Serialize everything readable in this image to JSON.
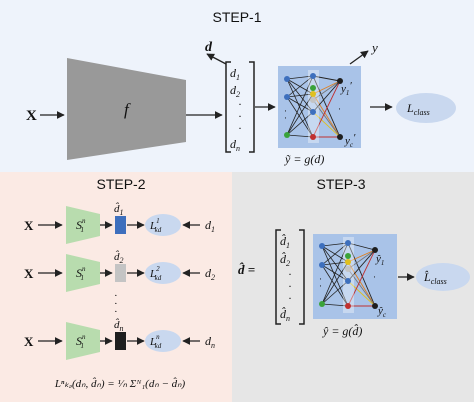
{
  "step1": {
    "title": "STEP-1",
    "input": "X",
    "encoder": "f",
    "feature": "d",
    "vector": [
      "d",
      "1",
      "d",
      "2",
      "·",
      "·",
      "·",
      "d",
      "n"
    ],
    "out_y": "y",
    "y1": "y",
    "y1_sub": "1",
    "y1_prime": "′",
    "yc": "y",
    "yc_sub": "c",
    "yc_prime": "′",
    "formula": "ỹ = g(d)",
    "loss": "L",
    "loss_sub": "class"
  },
  "step2": {
    "title": "STEP-2",
    "rows": [
      {
        "input": "X",
        "s_main": "S",
        "s_sub": "1",
        "s_sup": "n",
        "dhat_main": "d̂",
        "dhat_sub": "1",
        "l_main": "L",
        "l_sup": "1",
        "l_sub": "kd",
        "target_main": "d",
        "target_sub": "1",
        "color": "#3d6fbd"
      },
      {
        "input": "X",
        "s_main": "S",
        "s_sub": "1",
        "s_sup": "n",
        "dhat_main": "d̂",
        "dhat_sub": "2",
        "l_main": "L",
        "l_sup": "2",
        "l_sub": "kd",
        "target_main": "d",
        "target_sub": "2",
        "color": "#c4c4c4"
      },
      {
        "input": "X",
        "s_main": "S",
        "s_sub": "1",
        "s_sup": "n",
        "dhat_main": "d̂",
        "dhat_sub": "n",
        "l_main": "L",
        "l_sup": "n",
        "l_sub": "kd",
        "target_main": "d",
        "target_sub": "n",
        "color": "#1e1e1e"
      }
    ],
    "dots": "·",
    "formula": "Lⁿₖₔ(dₙ, d̂ₙ) = ¹⁄ₙ Σᴺ₁(dₙ − d̂ₙ)"
  },
  "step3": {
    "title": "STEP-3",
    "lhs": "d̂ =",
    "vector": [
      "d̂",
      "1",
      "d̂",
      "2",
      "·",
      "·",
      "·",
      "d̂",
      "n"
    ],
    "y1": "ŷ",
    "y1_sub": "1",
    "yc": "ŷ",
    "yc_sub": "c",
    "formula": "ŷ = g(d̂)",
    "loss": "L̂",
    "loss_sub": "class"
  },
  "colors": {
    "step1_bg": "#eef3fb",
    "step2_bg": "#fbeae4",
    "step3_bg": "#e6e6e6",
    "net_bg": "#a9c3e8",
    "student_green": "#b8dcae",
    "encoder_gray": "#999999",
    "loss_ellipse": "#c9d8ef"
  }
}
